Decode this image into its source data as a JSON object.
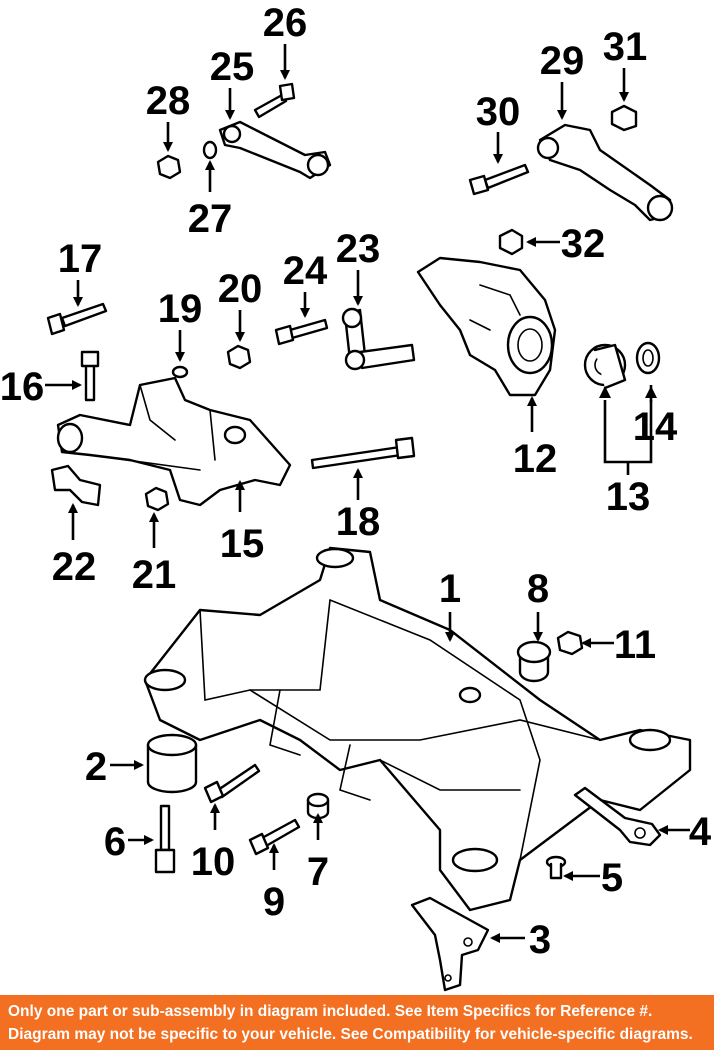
{
  "diagram": {
    "callouts": [
      "1",
      "2",
      "3",
      "4",
      "5",
      "6",
      "7",
      "8",
      "9",
      "10",
      "11",
      "12",
      "13",
      "14",
      "15",
      "16",
      "17",
      "18",
      "19",
      "20",
      "21",
      "22",
      "23",
      "24",
      "25",
      "26",
      "27",
      "28",
      "29",
      "30",
      "31",
      "32"
    ]
  },
  "footer": {
    "line1": "Only one part or sub-assembly in diagram included. See Item Specifics for Reference #.",
    "line2": "Diagram may not be specific to your vehicle. See Compatibility for vehicle-specific diagrams."
  }
}
